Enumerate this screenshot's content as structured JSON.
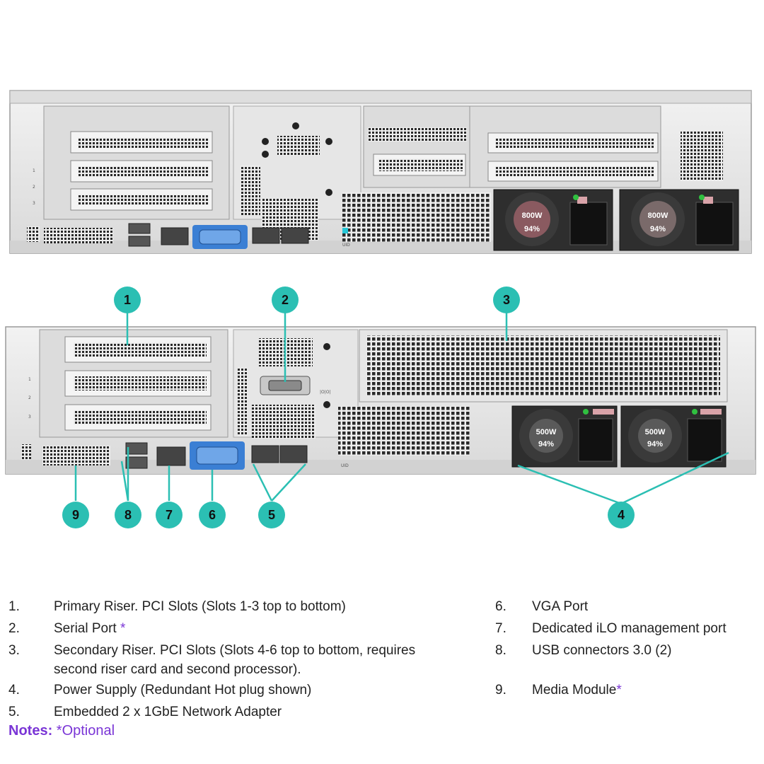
{
  "top_chassis": {
    "psu_labels": [
      "800W",
      "800W"
    ],
    "psu_efficiency": [
      "94%",
      "94%"
    ],
    "slot_labels": [
      "1",
      "2",
      "3"
    ],
    "uid_label": "UID"
  },
  "bottom_chassis": {
    "psu_labels": [
      "500W",
      "500W"
    ],
    "psu_efficiency": [
      "94%",
      "94%"
    ],
    "slot_labels": [
      "1",
      "2",
      "3"
    ],
    "uid_label": "UID",
    "iolo_label": "|O|O|"
  },
  "callouts": [
    {
      "id": "1",
      "label": "1"
    },
    {
      "id": "2",
      "label": "2"
    },
    {
      "id": "3",
      "label": "3"
    },
    {
      "id": "4",
      "label": "4"
    },
    {
      "id": "5",
      "label": "5"
    },
    {
      "id": "6",
      "label": "6"
    },
    {
      "id": "7",
      "label": "7"
    },
    {
      "id": "8",
      "label": "8"
    },
    {
      "id": "9",
      "label": "9"
    }
  ],
  "legend": {
    "left": [
      {
        "num": "1.",
        "text": "Primary Riser. PCI Slots (Slots 1-3 top to bottom)",
        "mark": ""
      },
      {
        "num": "2.",
        "text": "Serial Port ",
        "mark": "*"
      },
      {
        "num": "3.",
        "text": "Secondary Riser. PCI Slots (Slots 4-6 top to bottom, requires",
        "mark": ""
      },
      {
        "num": "",
        "text": "second riser card and second processor).",
        "mark": ""
      },
      {
        "num": "4.",
        "text": "Power Supply  (Redundant Hot plug shown)",
        "mark": ""
      },
      {
        "num": "5.",
        "text": "Embedded 2 x 1GbE Network Adapter",
        "mark": ""
      }
    ],
    "right": [
      {
        "num": "6.",
        "text": "VGA Port",
        "mark": ""
      },
      {
        "num": "7.",
        "text": "Dedicated iLO management port",
        "mark": ""
      },
      {
        "num": "8.",
        "text": "USB connectors 3.0 (2)",
        "mark": ""
      },
      {
        "num": "9.",
        "text": "Media Module",
        "mark": "*"
      }
    ]
  },
  "notes": {
    "label": "Notes:",
    "text": " *Optional"
  },
  "colors": {
    "callout": "#2bbfb3",
    "accent_purple": "#7a35d6",
    "vga_blue": "#3b7fd4",
    "chassis": "#e8e8e8"
  }
}
